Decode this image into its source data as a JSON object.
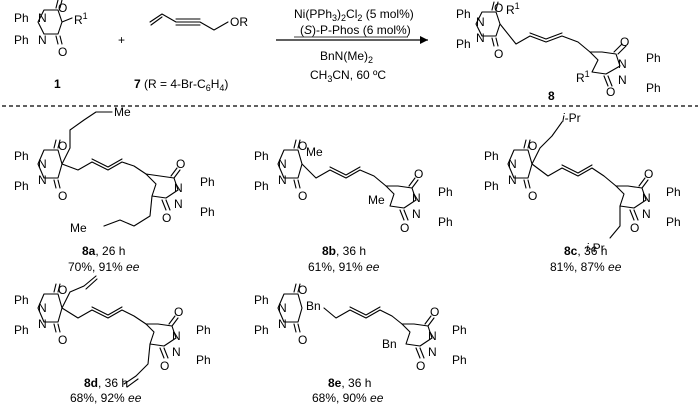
{
  "reaction": {
    "sm1_label": "1",
    "sm7_label": "7",
    "sm7_label_suffix": " (R = 4-Br-C",
    "sm7_label_sub": "6",
    "sm7_label_suffix2": "H",
    "sm7_label_sub2": "4",
    "sm7_label_end": ")",
    "product_label": "8",
    "plus": "+",
    "conditions": {
      "line1_pre": "Ni(PPh",
      "line1_sub": "3",
      "line1_mid": ")",
      "line1_sub2": "2",
      "line1_post": "Cl",
      "line1_sub3": "2",
      "line1_end": " (5 mol%)",
      "line2_pre": "(",
      "line2_italic": "S",
      "line2_post": ")-P-Phos (6 mol%)",
      "line3_pre": "BnN(Me)",
      "line3_sub": "2",
      "line4_pre": "CH",
      "line4_sub": "3",
      "line4_post": "CN, 60 ºC"
    }
  },
  "atoms": {
    "ph": "Ph",
    "n": "N",
    "o": "O",
    "r1": "R",
    "r1_sup": "1",
    "or": "OR",
    "me": "Me",
    "ipr_i": "i",
    "ipr_rest": "-Pr",
    "bn": "Bn"
  },
  "products": [
    {
      "id": "8a",
      "time": ", 26 h",
      "yield": "70%, 91% ",
      "ee": "ee"
    },
    {
      "id": "8b",
      "time": ", 36 h",
      "yield": "61%, 91% ",
      "ee": "ee"
    },
    {
      "id": "8c",
      "time": ", 36 h",
      "yield": "81%, 87% ",
      "ee": "ee"
    },
    {
      "id": "8d",
      "time": ", 36 h",
      "yield": "68%, 92% ",
      "ee": "ee"
    },
    {
      "id": "8e",
      "time": ", 36 h",
      "yield": "68%, 90% ",
      "ee": "ee"
    }
  ]
}
